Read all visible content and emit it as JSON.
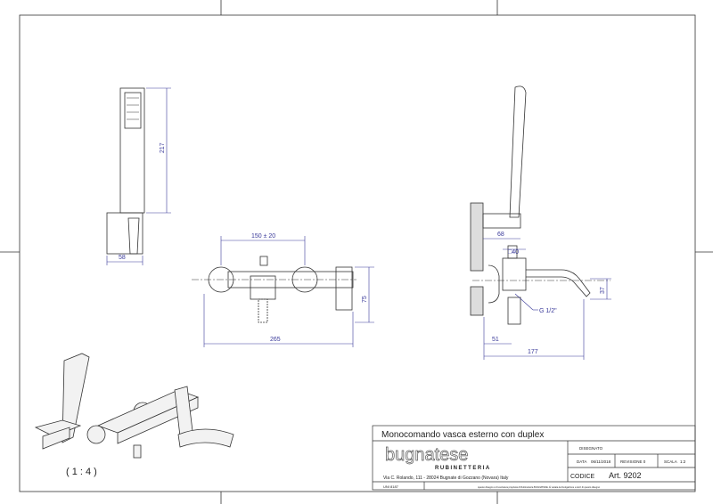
{
  "title_block": {
    "title": "Monocomando vasca esterno con duplex",
    "brand": "bugnatese",
    "brand_sub": "RUBINETTERIA",
    "address": "Via C. Rolando, 111 - 28024 Bugnate di Gozzano (Novara) Italy",
    "disegnato_label": "DISEGNATO",
    "data_label": "DATA",
    "data_value": "06/11/2018",
    "revisione_label": "REVISIONE 0",
    "scala_label": "SCALA",
    "scala_value": "1:2",
    "codice_label": "CODICE",
    "codice_value": "Art. 9202",
    "uni_label": "UNI 8187",
    "notice": "questo disegno è di esclusiva proprietà di Rubinetteria BUGNATESE. È vietata la divulgazione a terzi di questo disegno"
  },
  "dimensions": {
    "shower_height": "217",
    "shower_width": "58",
    "centers": "150 ± 20",
    "width": "265",
    "height": "75",
    "wall_offset": "68",
    "body_square": "□40",
    "thread": "G 1/2\"",
    "spout_drop": "37",
    "inlet_offset": "51",
    "depth": "177"
  },
  "iso_scale": "( 1 : 4 )",
  "colors": {
    "line": "#333333",
    "dimension": "#3a3a9a"
  }
}
